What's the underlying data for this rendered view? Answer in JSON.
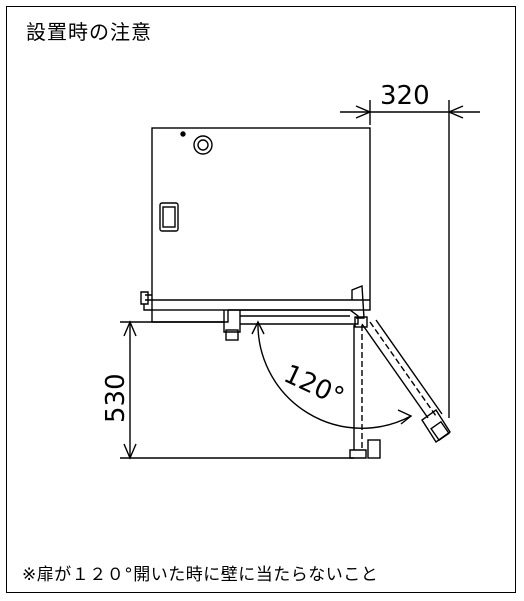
{
  "title": "設置時の注意",
  "note": "※扉が１２０°開いた時に壁に当たらないこと",
  "dimensions": {
    "side_clearance": "320",
    "front_clearance": "530",
    "door_angle": "120°"
  }
}
